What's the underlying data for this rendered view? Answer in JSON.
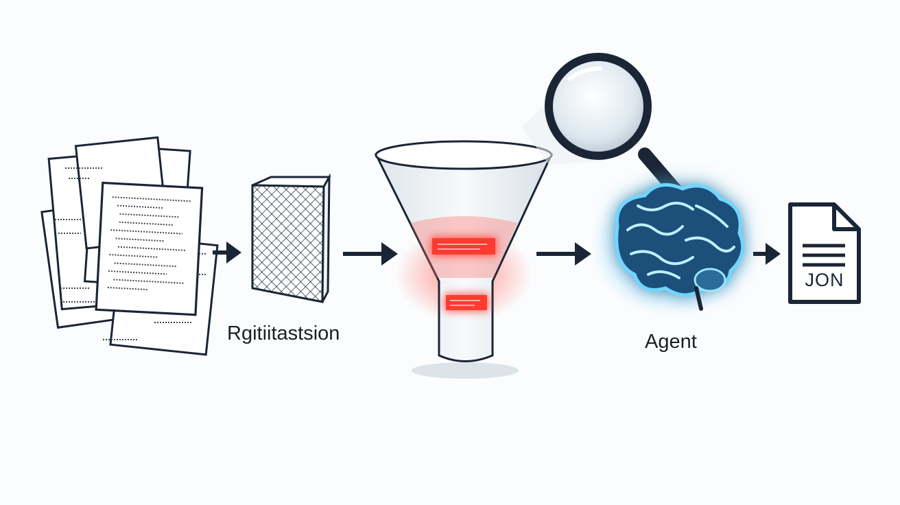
{
  "diagram": {
    "steps": [
      {
        "id": "documents",
        "icon": "stacked-code-documents-icon"
      },
      {
        "id": "registration",
        "icon": "mesh-cube-icon",
        "label": "Rgitiitastsion"
      },
      {
        "id": "filter",
        "icon": "funnel-icon"
      },
      {
        "id": "agent",
        "icon": "brain-icon",
        "label": "Agent",
        "secondary_icon": "magnifying-glass-icon"
      },
      {
        "id": "output",
        "icon": "document-icon",
        "label": "JON"
      }
    ],
    "connectors": [
      "arrow-right",
      "arrow-right",
      "arrow-right",
      "arrow-right"
    ],
    "colors": {
      "outline": "#1a2536",
      "funnel_highlight": "#ff3b30",
      "brain_glow": "#3fc1ff",
      "background": "#fbfcfd"
    }
  }
}
